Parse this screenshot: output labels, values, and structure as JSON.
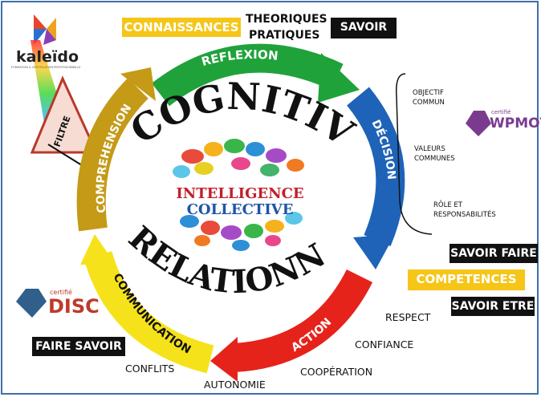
{
  "brand": {
    "name": "kaleïdo",
    "tagline": "FORMATION & CERTIFICATION PROFESSIONNELLE"
  },
  "top": {
    "connaissances": "CONNAISSANCES",
    "theoriques": "THEORIQUES",
    "pratiques": "PRATIQUES",
    "savoir": "SAVOIR"
  },
  "arcs": {
    "reflexion": "REFLEXION",
    "decision": "DÉCISION",
    "action": "ACTION",
    "communication": "COMMUNICATION",
    "comprehension": "COMPREHENSION"
  },
  "center": {
    "cognitive": "COGNITIVE",
    "relationnelle": "RELATIONNELLE",
    "line1": "INTELLIGENCE",
    "line2": "COLLECTIVE"
  },
  "prism": {
    "label": "FILTRE"
  },
  "decision_items": [
    "OBJECTIF COMMUN",
    "VALEURS COMMUNES",
    "RÔLE ET RESPONSABILITÉS"
  ],
  "right": {
    "savoir_faire": "SAVOIR FAIRE",
    "competences": "COMPETENCES",
    "savoir_etre": "SAVOIR ETRE"
  },
  "action_items": {
    "respect": "RESPECT",
    "confiance": "CONFIANCE",
    "cooperation": "COOPÉRATION"
  },
  "bottom_left": {
    "faire_savoir": "FAIRE SAVOIR",
    "conflits": "CONFLITS",
    "autonomie": "AUTONOMIE"
  },
  "badges": {
    "wpmot_certifie": "certifié",
    "wpmot": "WPMOT",
    "disc_certifie": "certifié",
    "disc": "DISC"
  },
  "colors": {
    "green": "#1fa23a",
    "blue": "#1e63b8",
    "red": "#e5231b",
    "yellow": "#f6e21a",
    "ochre": "#c49a16",
    "gold_box": "#f5c518",
    "wpmot": "#7a3b8f",
    "disc": "#c0392b",
    "title_red": "#c0202b",
    "title_blue": "#1f55a8"
  }
}
